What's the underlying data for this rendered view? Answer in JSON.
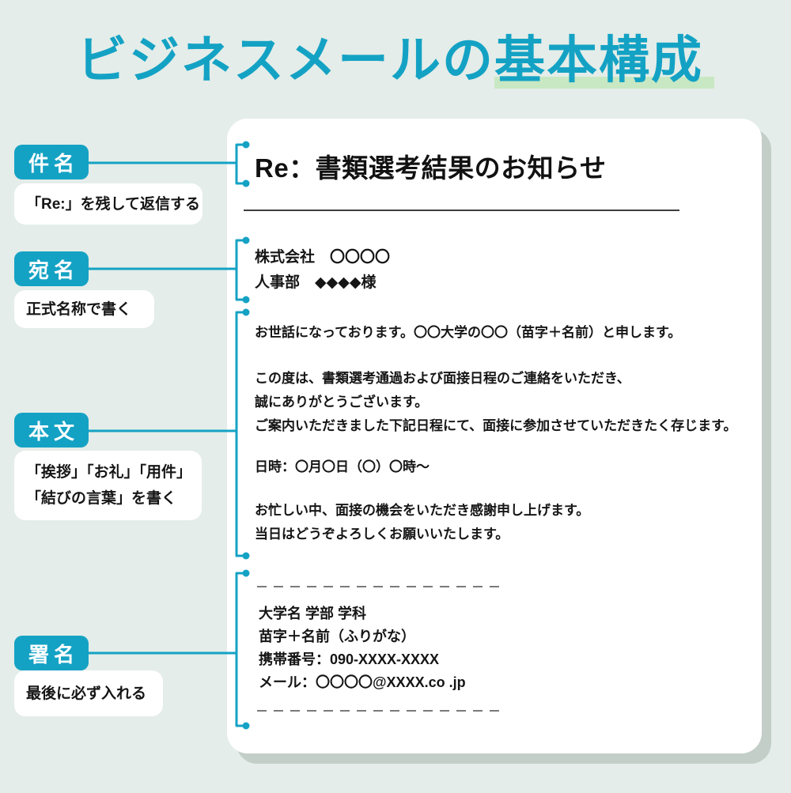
{
  "title": {
    "plain": "ビジネスメールの",
    "highlighted": "基本構成"
  },
  "labels": {
    "subject": {
      "tag": "件名",
      "note": "「Re:」を残して返信する"
    },
    "recipient": {
      "tag": "宛名",
      "note": "正式名称で書く"
    },
    "body": {
      "tag": "本文",
      "note_line1": "「挨拶」「お礼」「用件」",
      "note_line2": "「結びの言葉」を書く"
    },
    "signature": {
      "tag": "署名",
      "note": "最後に必ず入れる"
    }
  },
  "email": {
    "subject": "Re：書類選考結果のお知らせ",
    "to": [
      "株式会社　〇〇〇〇",
      "人事部　◆◆◆◆様"
    ],
    "body": [
      [
        "お世話になっております。〇〇大学の〇〇（苗字＋名前）と申します。"
      ],
      [
        "この度は、書類選考通過および面接日程のご連絡をいただき、",
        "誠にありがとうございます。",
        "ご案内いただきました下記日程にて、面接に参加させていただきたく存じます。"
      ],
      [
        "日時：〇月〇日（〇）〇時〜"
      ],
      [
        "お忙しい中、面接の機会をいただき感謝申し上げます。",
        "当日はどうぞよろしくお願いいたします。"
      ]
    ],
    "signature": [
      "大学名 学部 学科",
      "苗字＋名前（ふりがな）",
      "携帯番号：090-XXXX-XXXX",
      "メール：〇〇〇〇@XXXX.co .jp"
    ]
  },
  "colors": {
    "accent": "#14a2c4",
    "title_highlight": "#c8e8c3",
    "background": "#e4ede9",
    "card": "#ffffff",
    "card_shadow": "#c3cec9",
    "text": "#151515",
    "dashed_line": "#7a7a7a"
  }
}
